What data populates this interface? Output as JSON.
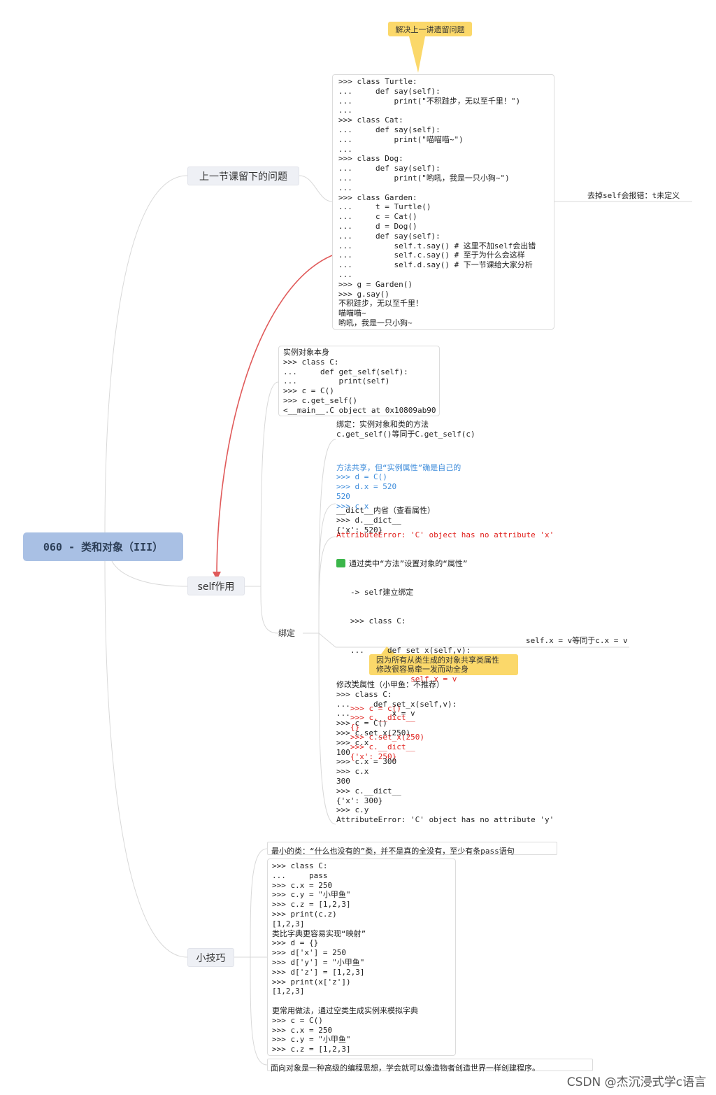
{
  "root": {
    "title": "060 - 类和对象（III）"
  },
  "branches": {
    "previous": "上一节课留下的问题",
    "self_role": "self作用",
    "tips": "小技巧"
  },
  "callouts": {
    "top": "解决上一讲遗留问题",
    "shared": [
      "因为所有从类生成的对象共享类属性",
      "修改很容易牵一发而动全身"
    ]
  },
  "previous_code": [
    ">>> class Turtle:",
    "...     def say(self):",
    "...         print(\"不积跬步，无以至千里！\")",
    "...",
    ">>> class Cat:",
    "...     def say(self):",
    "...         print(\"喵喵喵~\")",
    "...",
    ">>> class Dog:",
    "...     def say(self):",
    "...         print(\"哟吼，我是一只小狗~\")",
    "...",
    ">>> class Garden:",
    "...     t = Turtle()",
    "...     c = Cat()",
    "...     d = Dog()",
    "...     def say(self):",
    "...         self.t.say() # 这里不加self会出错",
    "...         self.c.say() # 至于为什么会这样",
    "...         self.d.say() # 下一节课给大家分析",
    "...",
    ">>> g = Garden()",
    ">>> g.say()",
    "不积跬步，无以至千里！",
    "喵喵喵~",
    "哟吼，我是一只小狗~"
  ],
  "previous_note": "去掉self会报错：t未定义",
  "self_instance": [
    "实例对象本身",
    ">>> class C:",
    "...     def get_self(self):",
    "...         print(self)",
    ">>> c = C()",
    ">>> c.get_self()",
    "<__main__.C object at 0x10809ab90"
  ],
  "bind_label": "绑定",
  "bind_intro": [
    "绑定：实例对象和类的方法",
    "c.get_self()等同于C.get_self(c)"
  ],
  "method_share": [
    "方法共享，但“实例属性”确是自己的",
    ">>> d = C()",
    ">>> d.x = 520",
    "520",
    ">>> c.x"
  ],
  "method_share_error": "AttributeError: 'C' object has no attribute 'x'",
  "dict_block": [
    "__dict__内省（查看属性）",
    ">>> d.__dict__",
    "{'x': 520}"
  ],
  "set_block_head": [
    "通过类中“方法”设置对象的“属性”",
    "-> self建立绑定",
    ">>> class C:",
    "...     def set_x(self,v):"
  ],
  "set_block_red1": "          self.x = v",
  "set_block_red": [
    ">>> c = c()",
    ">>> c.__dict__",
    "{}",
    ">>> c.set_x(250)",
    ">>> c.__dict__",
    "{'x': 250}"
  ],
  "set_note": "self.x = v等同于c.x = v",
  "modify_block": [
    "修改类属性（小甲鱼：不推荐）",
    ">>> class C:",
    "...     def set_x(self,v):",
    "...         x = v",
    ">>> c = C()",
    ">>> c.set_x(250)",
    ">>> c.x",
    "100",
    ">>> c.x = 300",
    ">>> c.x",
    "300",
    ">>> c.__dict__",
    "{'x': 300}",
    ">>> c.y",
    "AttributeError: 'C' object has no attribute 'y'"
  ],
  "tips_title": "最小的类：“什么也没有的”类，并不是真的全没有，至少有条pass语句",
  "tips_code": [
    ">>> class C:",
    "...     pass",
    ">>> c.x = 250",
    ">>> c.y = \"小甲鱼\"",
    ">>> c.z = [1,2,3]",
    ">>> print(c.z)",
    "[1,2,3]",
    "类比字典更容易实现“映射”",
    ">>> d = {}",
    ">>> d['x'] = 250",
    ">>> d['y'] = \"小甲鱼\"",
    ">>> d['z'] = [1,2,3]",
    ">>> print(x['z'])",
    "[1,2,3]",
    "",
    "更常用做法，通过空类生成实例来模拟字典",
    ">>> c = C()",
    ">>> c.x = 250",
    ">>> c.y = \"小甲鱼\"",
    ">>> c.z = [1,2,3]"
  ],
  "tips_footer": "面向对象是一种高级的编程思想，学会就可以像造物者创造世界一样创建程序。",
  "watermark": "CSDN @杰沉浸式学c语言",
  "colors": {
    "root": "#a9c0e4",
    "callout": "#fbd86a",
    "arrow": "#e05a5a",
    "error": "#e0211d",
    "link": "#3d8cdb"
  }
}
